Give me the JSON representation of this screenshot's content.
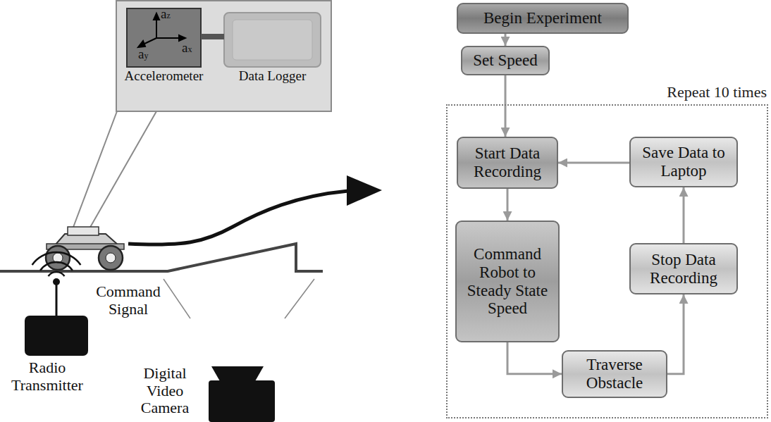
{
  "diagram": {
    "nodes": [
      {
        "text": [
          "Accelerometer"
        ]
      },
      {
        "text": [
          "Data Logger"
        ]
      },
      {
        "text": [
          "Begin Experiment"
        ]
      },
      {
        "text": [
          "Set Speed"
        ]
      },
      {
        "text": [
          "Repeat 10 times"
        ]
      },
      {
        "text": [
          "Start Data Recording"
        ],
        "in": 4
      },
      {
        "text": [
          "Save Data to Laptop"
        ],
        "in": 4
      },
      {
        "text": [
          "Command Robot to Steady State Speed"
        ],
        "in": 4
      },
      {
        "text": [
          "Stop Data Recording"
        ],
        "in": 4
      },
      {
        "text": [
          "Traverse Obstacle"
        ],
        "in": 4
      }
    ],
    "edges": [
      {
        "from": 0,
        "to": 1,
        "arrow": "none"
      },
      {
        "from": 2,
        "to": 3,
        "arrow": "to"
      },
      {
        "from": 3,
        "to": 5,
        "arrow": "to"
      },
      {
        "from": 5,
        "to": 7,
        "arrow": "to"
      },
      {
        "from": 7,
        "to": 9,
        "arrow": "to"
      },
      {
        "from": 9,
        "to": 8,
        "arrow": "to"
      },
      {
        "from": 8,
        "to": 6,
        "arrow": "to"
      },
      {
        "from": 6,
        "to": 5,
        "arrow": "to"
      }
    ],
    "labels": [
      "az",
      "ay",
      "ax",
      "Command Signal",
      "Radio Transmitter",
      "Digital Video Camera"
    ]
  }
}
